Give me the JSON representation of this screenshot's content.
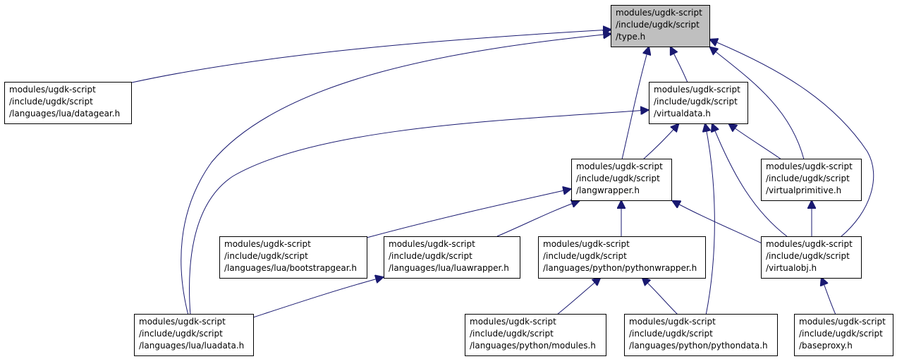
{
  "diagram": {
    "edge_color": "#191970",
    "root_fill": "#bfbfbf",
    "nodes": [
      {
        "id": "type",
        "lines": [
          "modules/ugdk-script",
          "/include/ugdk/script",
          "/type.h"
        ],
        "root": true
      },
      {
        "id": "datagear",
        "lines": [
          "modules/ugdk-script",
          "/include/ugdk/script",
          "/languages/lua/datagear.h"
        ]
      },
      {
        "id": "virtualdata",
        "lines": [
          "modules/ugdk-script",
          "/include/ugdk/script",
          "/virtualdata.h"
        ]
      },
      {
        "id": "langwrapper",
        "lines": [
          "modules/ugdk-script",
          "/include/ugdk/script",
          "/langwrapper.h"
        ]
      },
      {
        "id": "virtualprimitive",
        "lines": [
          "modules/ugdk-script",
          "/include/ugdk/script",
          "/virtualprimitive.h"
        ]
      },
      {
        "id": "bootstrapgear",
        "lines": [
          "modules/ugdk-script",
          "/include/ugdk/script",
          "/languages/lua/bootstrapgear.h"
        ]
      },
      {
        "id": "luawrapper",
        "lines": [
          "modules/ugdk-script",
          "/include/ugdk/script",
          "/languages/lua/luawrapper.h"
        ]
      },
      {
        "id": "pythonwrapper",
        "lines": [
          "modules/ugdk-script",
          "/include/ugdk/script",
          "/languages/python/pythonwrapper.h"
        ]
      },
      {
        "id": "virtualobj",
        "lines": [
          "modules/ugdk-script",
          "/include/ugdk/script",
          "/virtualobj.h"
        ]
      },
      {
        "id": "luadata",
        "lines": [
          "modules/ugdk-script",
          "/include/ugdk/script",
          "/languages/lua/luadata.h"
        ]
      },
      {
        "id": "modules",
        "lines": [
          "modules/ugdk-script",
          "/include/ugdk/script",
          "/languages/python/modules.h"
        ]
      },
      {
        "id": "pythondata",
        "lines": [
          "modules/ugdk-script",
          "/include/ugdk/script",
          "/languages/python/pythondata.h"
        ]
      },
      {
        "id": "baseproxy",
        "lines": [
          "modules/ugdk-script",
          "/include/ugdk/script",
          "/baseproxy.h"
        ]
      }
    ],
    "edges": [
      {
        "from": "datagear",
        "to": "type"
      },
      {
        "from": "luadata",
        "to": "type"
      },
      {
        "from": "langwrapper",
        "to": "type"
      },
      {
        "from": "virtualdata",
        "to": "type"
      },
      {
        "from": "virtualprimitive",
        "to": "type"
      },
      {
        "from": "virtualobj",
        "to": "type"
      },
      {
        "from": "luadata",
        "to": "virtualdata"
      },
      {
        "from": "langwrapper",
        "to": "virtualdata"
      },
      {
        "from": "pythondata",
        "to": "virtualdata"
      },
      {
        "from": "virtualobj",
        "to": "virtualdata"
      },
      {
        "from": "virtualprimitive",
        "to": "virtualdata"
      },
      {
        "from": "bootstrapgear",
        "to": "langwrapper"
      },
      {
        "from": "luawrapper",
        "to": "langwrapper"
      },
      {
        "from": "pythonwrapper",
        "to": "langwrapper"
      },
      {
        "from": "virtualobj",
        "to": "langwrapper"
      },
      {
        "from": "virtualobj",
        "to": "virtualprimitive"
      },
      {
        "from": "luadata",
        "to": "luawrapper"
      },
      {
        "from": "modules",
        "to": "pythonwrapper"
      },
      {
        "from": "pythondata",
        "to": "pythonwrapper"
      },
      {
        "from": "baseproxy",
        "to": "virtualobj"
      }
    ]
  }
}
